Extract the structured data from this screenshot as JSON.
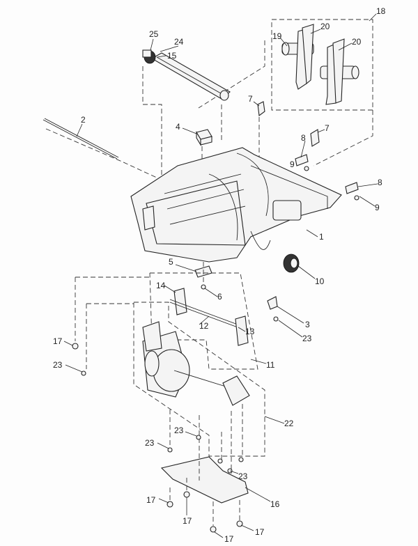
{
  "callouts": {
    "c1": "1",
    "c2": "2",
    "c3": "3",
    "c4": "4",
    "c5": "5",
    "c6": "6",
    "c7a": "7",
    "c7b": "7",
    "c8a": "8",
    "c8b": "8",
    "c9a": "9",
    "c9b": "9",
    "c10": "10",
    "c11": "11",
    "c12": "12",
    "c13": "13",
    "c14": "14",
    "c15": "15",
    "c16": "16",
    "c17a": "17",
    "c17b": "17",
    "c17c": "17",
    "c17d": "17",
    "c17e": "17",
    "c18": "18",
    "c19": "19",
    "c20a": "20",
    "c20b": "20",
    "c22": "22",
    "c23a": "23",
    "c23b": "23",
    "c23c": "23",
    "c23d": "23",
    "c23e": "23",
    "c24": "24",
    "c25": "25"
  }
}
